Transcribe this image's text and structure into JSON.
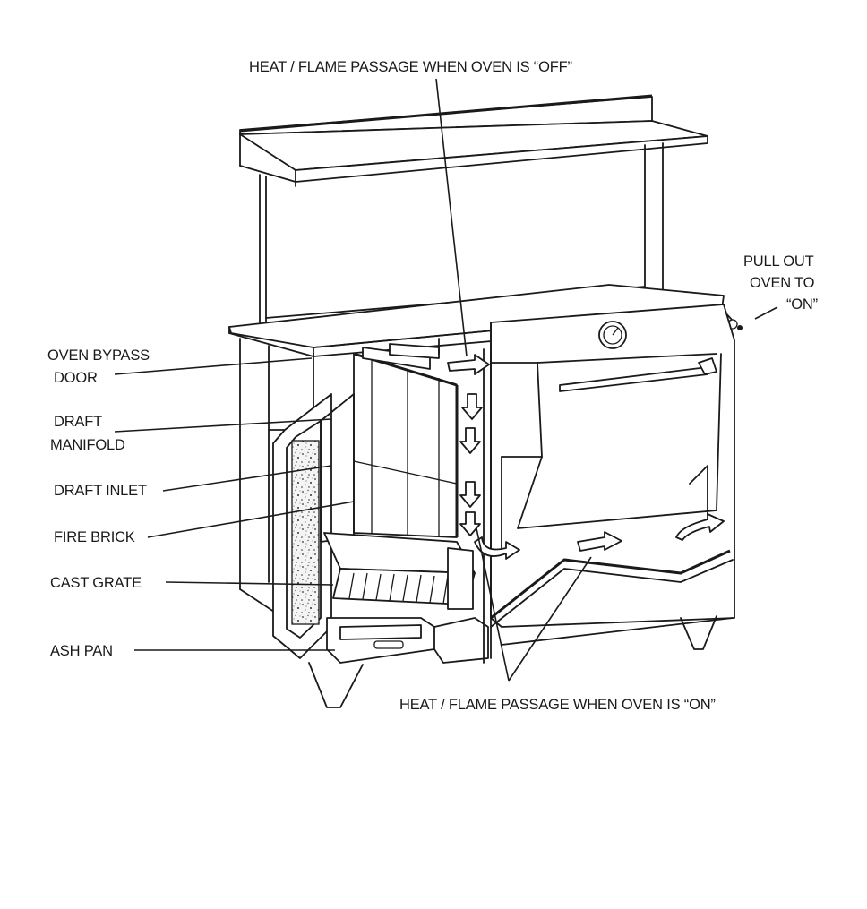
{
  "labels": {
    "top": "HEAT / FLAME PASSAGE WHEN OVEN IS “OFF”",
    "pull_out_1": "PULL OUT",
    "pull_out_2": "OVEN TO",
    "pull_out_3": "“ON”",
    "oven_bypass_1": "OVEN BYPASS",
    "oven_bypass_2": "DOOR",
    "draft_manifold_1": "DRAFT",
    "draft_manifold_2": "MANIFOLD",
    "draft_inlet": "DRAFT INLET",
    "fire_brick": "FIRE BRICK",
    "cast_grate": "CAST GRATE",
    "ash_pan": "ASH PAN",
    "bottom": "HEAT / FLAME PASSAGE WHEN OVEN IS “ON”"
  }
}
